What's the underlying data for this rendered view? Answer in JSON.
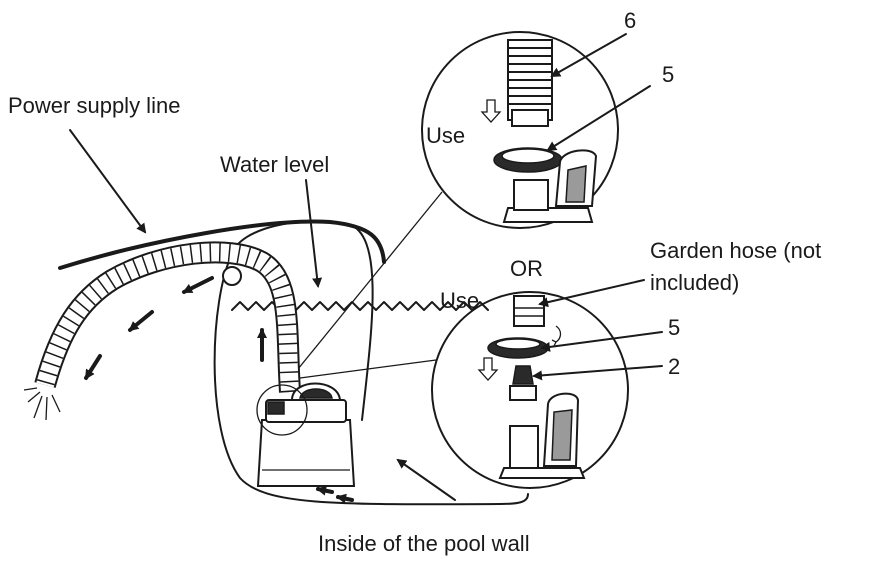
{
  "labels": {
    "power_supply_line": "Power supply line",
    "water_level": "Water level",
    "inside_pool_wall": "Inside of the pool wall",
    "use_top": "Use",
    "use_bottom": "Use",
    "or": "OR",
    "garden_hose_line1": "Garden hose (not",
    "garden_hose_line2": "included)",
    "part_6": "6",
    "part_5_top": "5",
    "part_5_bottom": "5",
    "part_2": "2"
  },
  "colors": {
    "line": "#1a1a1a",
    "background": "#ffffff"
  }
}
